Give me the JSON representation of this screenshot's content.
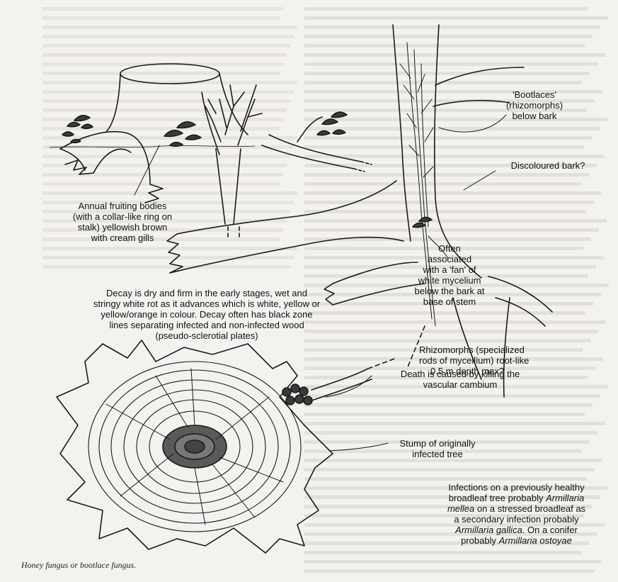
{
  "labels": {
    "bootlaces": [
      "'Bootlaces'",
      "(rhizomorphs)",
      "below bark"
    ],
    "discoloured": "Discoloured bark?",
    "fruiting": [
      "Annual fruiting bodies",
      "(with a collar-like ring on",
      "stalk) yellowish brown",
      "with cream gills"
    ],
    "fan": [
      "Often",
      "associated",
      "with a 'fan' of",
      "white mycelium",
      "below the bark at",
      "base of stem"
    ],
    "decay": [
      "Decay is dry and firm in the early stages, wet and",
      "stringy white rot as it advances which is white, yellow or",
      "yellow/orange in colour. Decay often has black zone",
      "lines separating infected and non-infected wood",
      "(pseudo-sclerotial plates)"
    ],
    "rhizomorphs": [
      "Rhizomorphs (specialized",
      "rods of mycellium) root-like",
      "0.5 m depth max?"
    ],
    "death": "Death is caused by killing the vascular cambium",
    "stump": [
      "Stump of originally",
      "infected tree"
    ],
    "infections": {
      "l1": "Infections on a previously healthy",
      "l2a": "broadleaf tree probably ",
      "l2b": "Armillaria",
      "l3a": "mellea",
      "l3b": " on a stressed broadleaf as",
      "l4": "a secondary infection probably",
      "l5a": "Armillaria gallica",
      "l5b": ". On a conifer",
      "l6a": "probably ",
      "l6b": "Armillaria ostoyae"
    }
  },
  "caption": "Honey fungus or bootlace fungus."
}
